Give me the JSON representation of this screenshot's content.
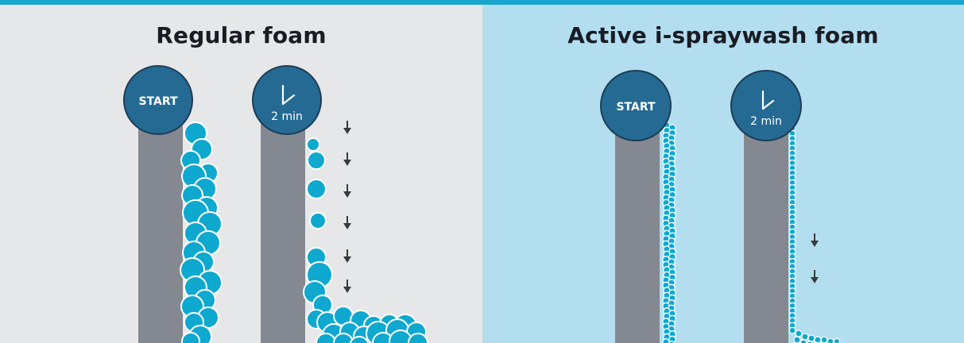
{
  "colors": {
    "top_bar": "#18a6cf",
    "left_background": "#e6e7e9",
    "right_background": "#b3def0",
    "rod": "#848890",
    "badge": "#256a93",
    "foam": "#0fa8cf",
    "arrow": "#3a3a3a"
  },
  "left_panel": {
    "title": "Regular foam",
    "start_label": "START",
    "time_label": "2 min",
    "icons": [
      "clock-icon",
      "down-arrow-icon"
    ]
  },
  "right_panel": {
    "title": "Active i-spraywash foam",
    "start_label": "START",
    "time_label": "2 min",
    "icons": [
      "clock-icon",
      "down-arrow-icon"
    ]
  }
}
